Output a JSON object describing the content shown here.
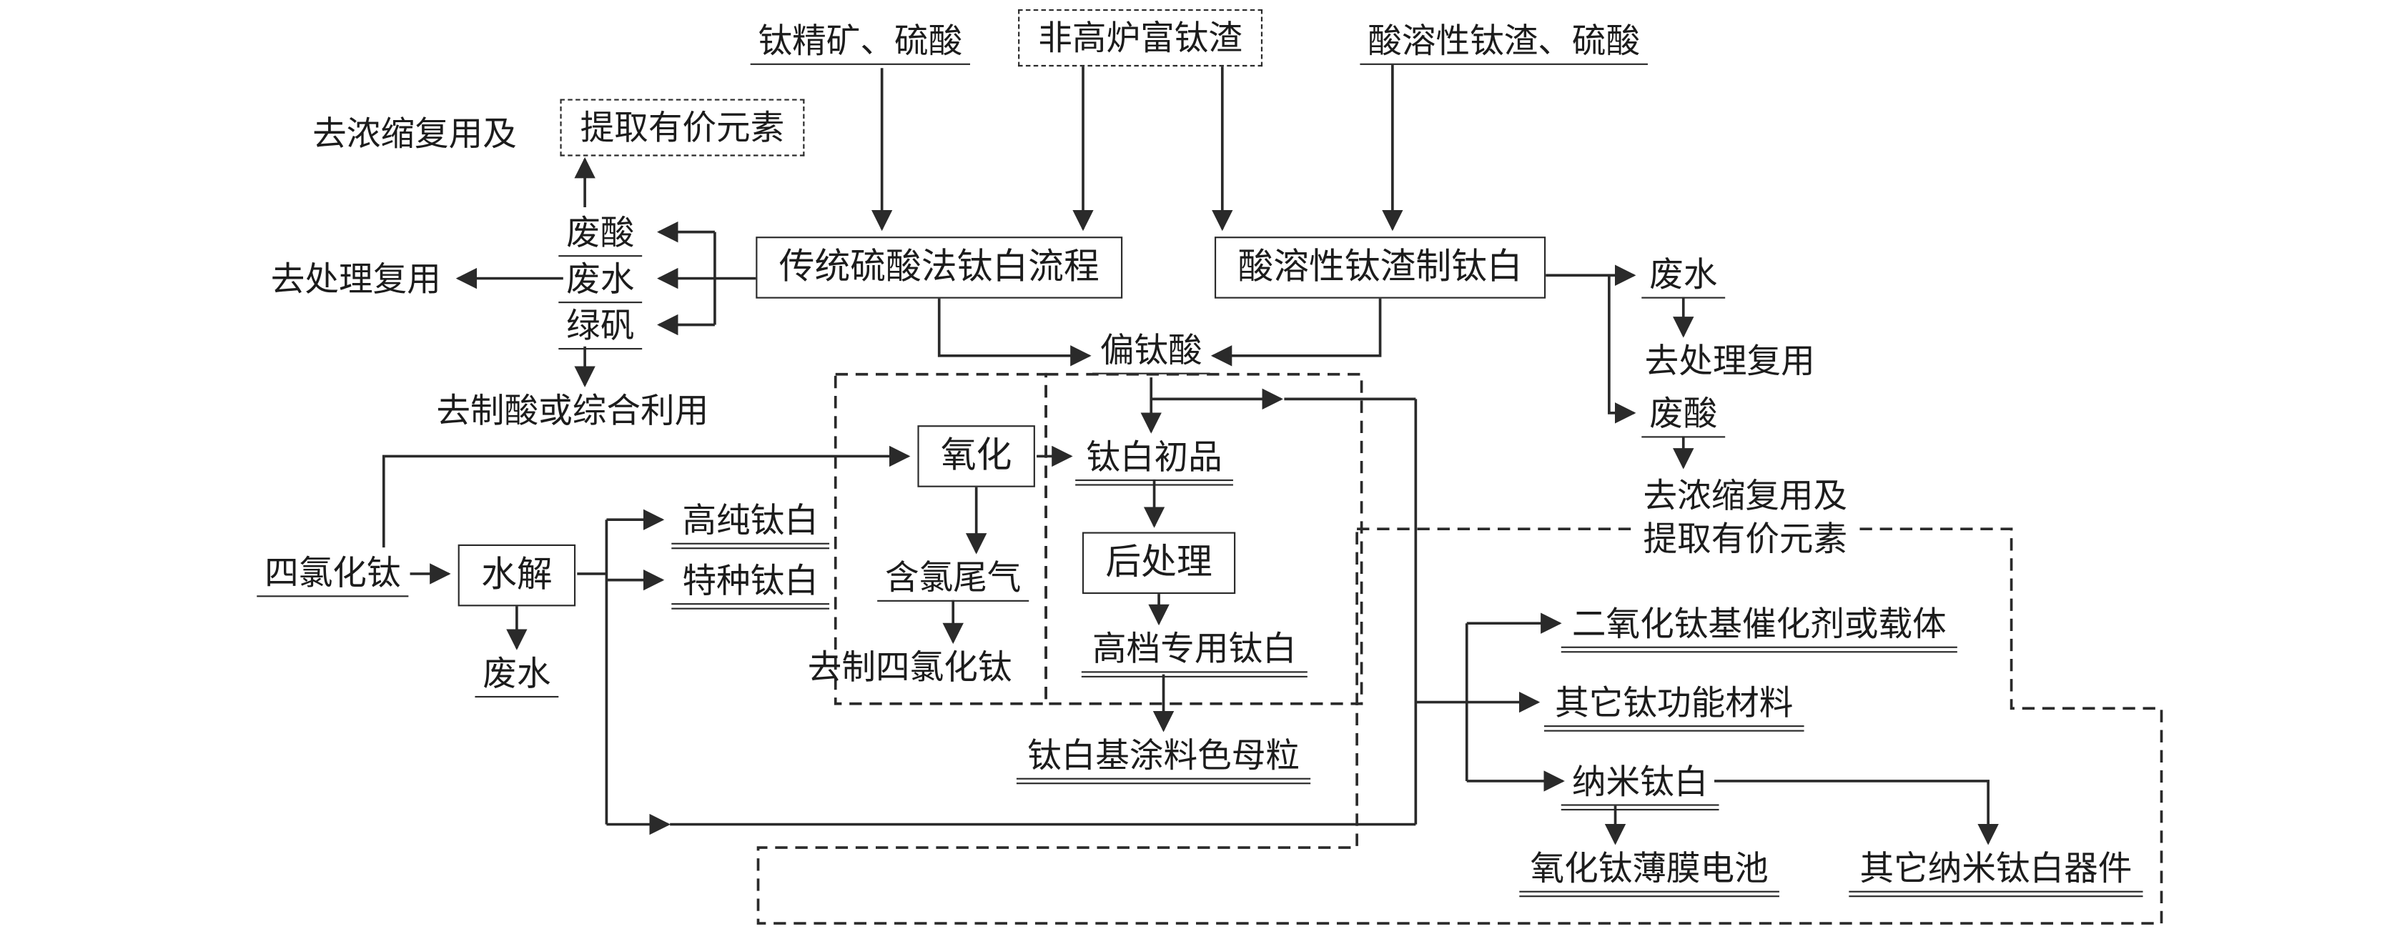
{
  "diagram": {
    "colors": {
      "line": "#2a2a2a",
      "background": "#ffffff"
    },
    "nodes": {
      "ti_ore_acid": {
        "label": "钛精矿、硫酸"
      },
      "non_bf_slag": {
        "label": "非高炉富钛渣"
      },
      "acid_slag_acid": {
        "label": "酸溶性钛渣、硫酸"
      },
      "to_concentrate_left": {
        "label": "去浓缩复用及"
      },
      "extract_valuable": {
        "label": "提取有价元素"
      },
      "waste_acid_left": {
        "label": "废酸"
      },
      "waste_water_left": {
        "label": "废水"
      },
      "green_vitriol": {
        "label": "绿矾"
      },
      "to_treatment_left": {
        "label": "去处理复用"
      },
      "traditional_process": {
        "label": "传统硫酸法钛白流程"
      },
      "acid_slag_process": {
        "label": "酸溶性钛渣制钛白"
      },
      "to_acid_or_utilization": {
        "label": "去制酸或综合利用"
      },
      "metatitanic_acid": {
        "label": "偏钛酸"
      },
      "crude_ti_white": {
        "label": "钛白初品"
      },
      "post_treatment": {
        "label": "后处理"
      },
      "premium_ti_white": {
        "label": "高档专用钛白"
      },
      "coating_masterbatch": {
        "label": "钛白基涂料色母粒"
      },
      "oxidation": {
        "label": "氧化"
      },
      "chlorine_tail_gas": {
        "label": "含氯尾气"
      },
      "to_ticl4": {
        "label": "去制四氯化钛"
      },
      "ticl4": {
        "label": "四氯化钛"
      },
      "hydrolysis": {
        "label": "水解"
      },
      "high_purity_ti_white": {
        "label": "高纯钛白"
      },
      "special_ti_white": {
        "label": "特种钛白"
      },
      "waste_water_hydrolysis": {
        "label": "废水"
      },
      "waste_water_right": {
        "label": "废水"
      },
      "to_treatment_right": {
        "label": "去处理复用"
      },
      "waste_acid_right": {
        "label": "废酸"
      },
      "to_concentrate_right": {
        "line1": "去浓缩复用及",
        "line2": "提取有价元素"
      },
      "tio2_catalyst": {
        "label": "二氧化钛基催化剂或载体"
      },
      "other_ti_functional": {
        "label": "其它钛功能材料"
      },
      "nano_ti_white": {
        "label": "纳米钛白"
      },
      "ti_film_battery": {
        "label": "氧化钛薄膜电池"
      },
      "other_nano_devices": {
        "label": "其它纳米钛白器件"
      }
    }
  }
}
